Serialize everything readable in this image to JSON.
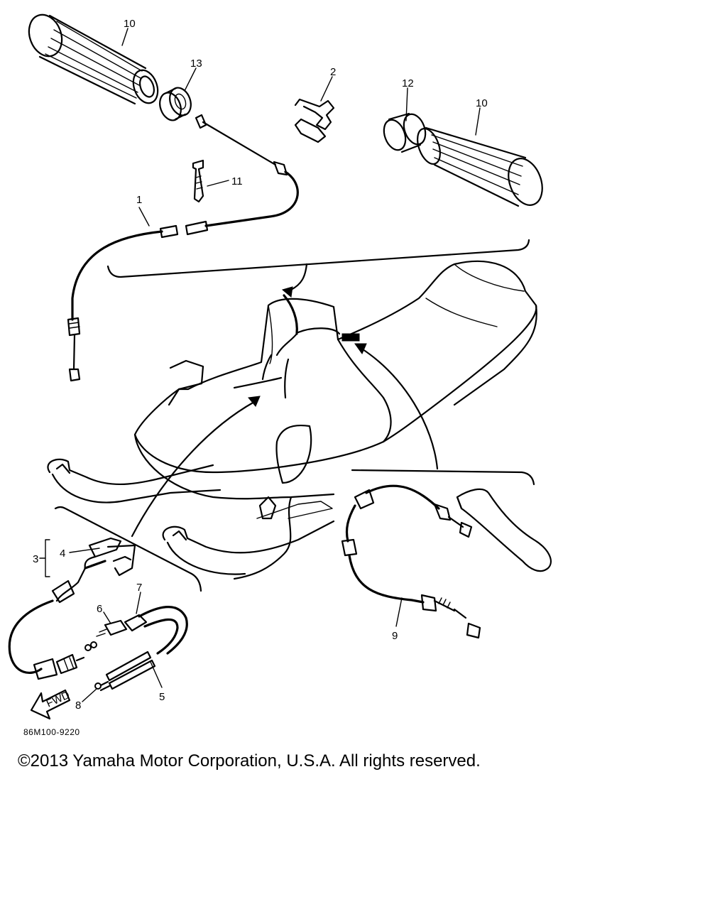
{
  "diagram": {
    "callouts": {
      "c1": "1",
      "c2": "2",
      "c3": "3",
      "c4": "4",
      "c5": "5",
      "c6": "6",
      "c7": "7",
      "c8": "8",
      "c9": "9",
      "c10a": "10",
      "c10b": "10",
      "c11": "11",
      "c12": "12",
      "c13": "13"
    },
    "fwd_label": "FWD",
    "drawing_code": "86M100-9220"
  },
  "footer": {
    "copyright": "©2013 Yamaha Motor Corporation, U.S.A. All rights reserved."
  }
}
